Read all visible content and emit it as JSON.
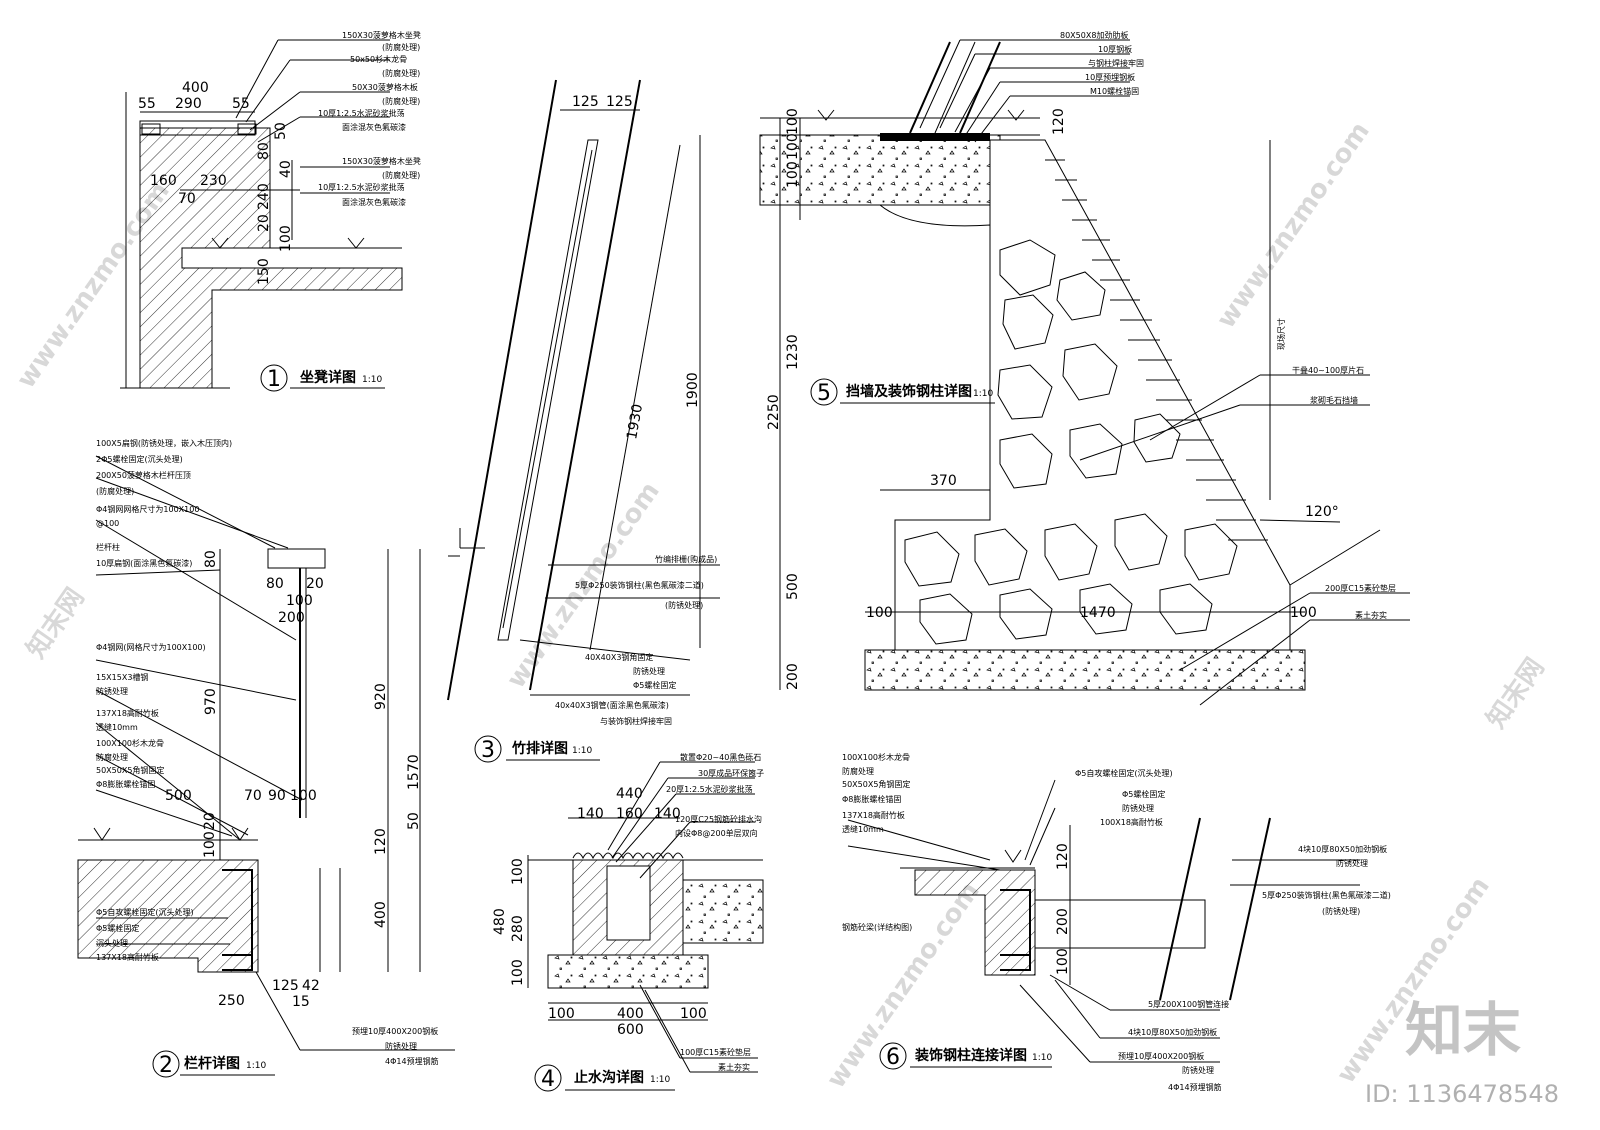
{
  "watermark": {
    "brand": "知末",
    "id_label": "ID: 1136478548",
    "site": "www.znzmo.com",
    "site_cn": "知末网"
  },
  "d1": {
    "num": "1",
    "title": "坐凳详图",
    "scale": "1:10",
    "notes": [
      "150X30菠萝格木坐凳",
      "(防腐处理)",
      "50x50杉木龙骨",
      "(防腐处理)",
      "50X30菠萝格木板",
      "(防腐处理)",
      "10厚1:2.5水泥砂浆批荡",
      "面涂混灰色氟碳漆",
      "150X30菠萝格木坐凳",
      "(防腐处理)",
      "10厚1:2.5水泥砂浆批荡",
      "面涂混灰色氟碳漆"
    ],
    "dims": [
      "400",
      "55",
      "290",
      "55",
      "50",
      "80",
      "160",
      "230",
      "70",
      "40",
      "240",
      "20",
      "100",
      "150"
    ]
  },
  "d2": {
    "num": "2",
    "title": "栏杆详图",
    "scale": "1:10",
    "notes_top": [
      "100X5扁钢(防锈处理，嵌入木压顶内)",
      "2Φ5螺栓固定(沉头处理)",
      "200X50菠萝格木栏杆压顶",
      "(防腐处理)",
      "Φ4钢网网格尺寸为100X100",
      "@100",
      "栏杆柱",
      "10厚扁钢(面涂黑色氟碳漆)",
      "Φ4钢网(网格尺寸为100X100)",
      "15X15X3槽钢",
      "防锈处理",
      "137X18高耐竹板",
      "透缝10mm",
      "100X100杉木龙骨",
      "防腐处理",
      "50X50X5角钢固定",
      "Φ8膨胀螺栓锚固"
    ],
    "notes_bot": [
      "Φ5自攻螺栓固定(沉头处理)",
      "Φ5螺栓固定",
      "沉头处理",
      "137X18高耐竹板"
    ],
    "notes_right": [
      "预埋10厚400X200钢板",
      "防锈处理",
      "4Φ14预埋钢筋"
    ],
    "dims": [
      "80",
      "80",
      "20",
      "200",
      "100",
      "970",
      "920",
      "1570",
      "50",
      "120",
      "400",
      "500",
      "70",
      "90",
      "100",
      "100",
      "20",
      "250",
      "125",
      "42",
      "15"
    ]
  },
  "d3": {
    "num": "3",
    "title": "竹排详图",
    "scale": "1:10",
    "notes": [
      "竹编排栅(购成品)",
      "5厚Φ250装饰钢柱(黑色氟碳漆二道)",
      "(防锈处理)",
      "40X40X3钢角固定",
      "防锈处理",
      "Φ5螺栓固定",
      "40x40X3钢管(面涂黑色氟碳漆)",
      "与装饰钢柱焊接牢固"
    ],
    "dims": [
      "125",
      "125",
      "1930",
      "1900"
    ]
  },
  "d4": {
    "num": "4",
    "title": "止水沟详图",
    "scale": "1:10",
    "notes": [
      "散置Φ20~40黑色砾石",
      "30厚成品环保篦子",
      "20厚1:2.5水泥砂浆批荡",
      "120厚C25钢筋砼排水沟",
      "内设Φ8@200单层双向",
      "100厚C15素砼垫层",
      "素土夯实"
    ],
    "dims": [
      "440",
      "140",
      "160",
      "140",
      "100",
      "280",
      "480",
      "100",
      "100",
      "400",
      "100",
      "600"
    ]
  },
  "d5": {
    "num": "5",
    "title": "挡墙及装饰钢柱详图",
    "scale": "1:10",
    "notes": [
      "80X50X8加劲肋板",
      "10厚钢板",
      "与钢柱焊接牢固",
      "10厚预埋钢板",
      "M10螺栓锚固",
      "干叠40~100厚片石",
      "浆砌毛石挡墙",
      "200厚C15素砼垫层",
      "素土夯实",
      "现场尺寸"
    ],
    "dims": [
      "100",
      "100",
      "100",
      "120",
      "1230",
      "2250",
      "370",
      "500",
      "200",
      "100",
      "1470",
      "100",
      "120°"
    ]
  },
  "d6": {
    "num": "6",
    "title": "装饰钢柱连接详图",
    "scale": "1:10",
    "notes_left": [
      "100X100杉木龙骨",
      "防腐处理",
      "50X50X5角钢固定",
      "Φ8膨胀螺栓锚固",
      "137X18高耐竹板",
      "透缝10mm",
      "钢筋砼梁(详结构图)"
    ],
    "notes_mid": [
      "Φ5自攻螺栓固定(沉头处理)",
      "Φ5螺栓固定",
      "防锈处理",
      "100X18高耐竹板"
    ],
    "notes_right": [
      "4块10厚80X50加劲钢板",
      "防锈处理",
      "5厚Φ250装饰钢柱(黑色氟碳漆二道)",
      "(防锈处理)"
    ],
    "notes_bot": [
      "5厚200X100钢管连接",
      "4块10厚80X50加劲钢板",
      "预埋10厚400X200钢板",
      "防锈处理",
      "4Φ14预埋钢筋"
    ],
    "dims": [
      "120",
      "200",
      "100"
    ]
  }
}
